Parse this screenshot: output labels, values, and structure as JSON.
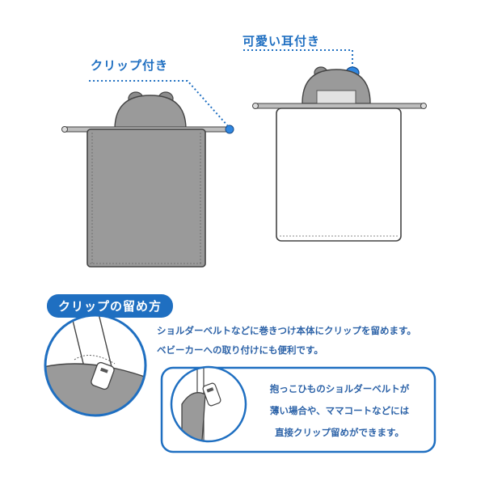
{
  "labels": {
    "clip": "クリップ付き",
    "ears": "可愛い耳付き"
  },
  "section": {
    "title": "クリップの留め方",
    "description_lines": [
      "ショルダーベルトなどに巻きつけ本体にクリップを留めます。",
      "ベビーカーへの取り付けにも便利です。"
    ]
  },
  "note_box": {
    "lines": [
      "抱っこひものショルダーベルトが",
      "薄い場合や、ママコートなどには",
      "直接クリップ留めができます。"
    ]
  },
  "colors": {
    "accent": "#1f6fc1",
    "text": "#2d63a8",
    "fabric_gray": "#9a9a9a",
    "outline": "#444444"
  }
}
